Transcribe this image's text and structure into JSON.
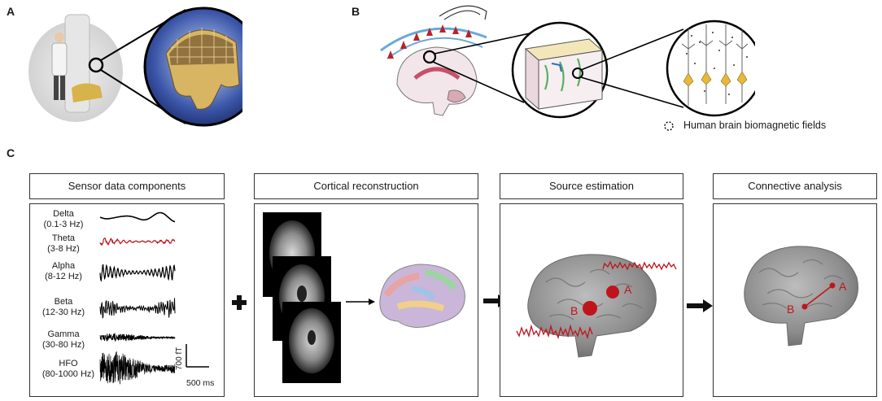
{
  "panel_labels": {
    "a": "A",
    "b": "B",
    "c": "C"
  },
  "legend": {
    "text": "Human brain biomagnetic fields",
    "icon": "dashed-circle-icon"
  },
  "pipeline": {
    "step1_title": "Sensor data components",
    "step2_title": "Cortical reconstruction",
    "step3_title": "Source  estimation",
    "step4_title": "Connective analysis"
  },
  "bands": [
    {
      "name": "Delta",
      "range": "(0.1-3 Hz)"
    },
    {
      "name": "Theta",
      "range": "(3-8 Hz)"
    },
    {
      "name": "Alpha",
      "range": "(8-12 Hz)"
    },
    {
      "name": "Beta",
      "range": "(12-30 Hz)"
    },
    {
      "name": "Gamma",
      "range": "(30-80 Hz)"
    },
    {
      "name": "HFO",
      "range": "(80-1000 Hz)"
    }
  ],
  "scale_bar": {
    "amplitude": "700 fT",
    "time": "500 ms"
  },
  "source_labels": {
    "a": "A",
    "b": "B"
  },
  "connect_labels": {
    "a": "A",
    "b": "B"
  },
  "colors": {
    "accent_red": "#c0141c",
    "brain_gray": "#8d8d8d",
    "frame": "#333333"
  },
  "icons": [
    "plus-icon",
    "arrow-right-icon",
    "bold-arrow-right-icon"
  ]
}
